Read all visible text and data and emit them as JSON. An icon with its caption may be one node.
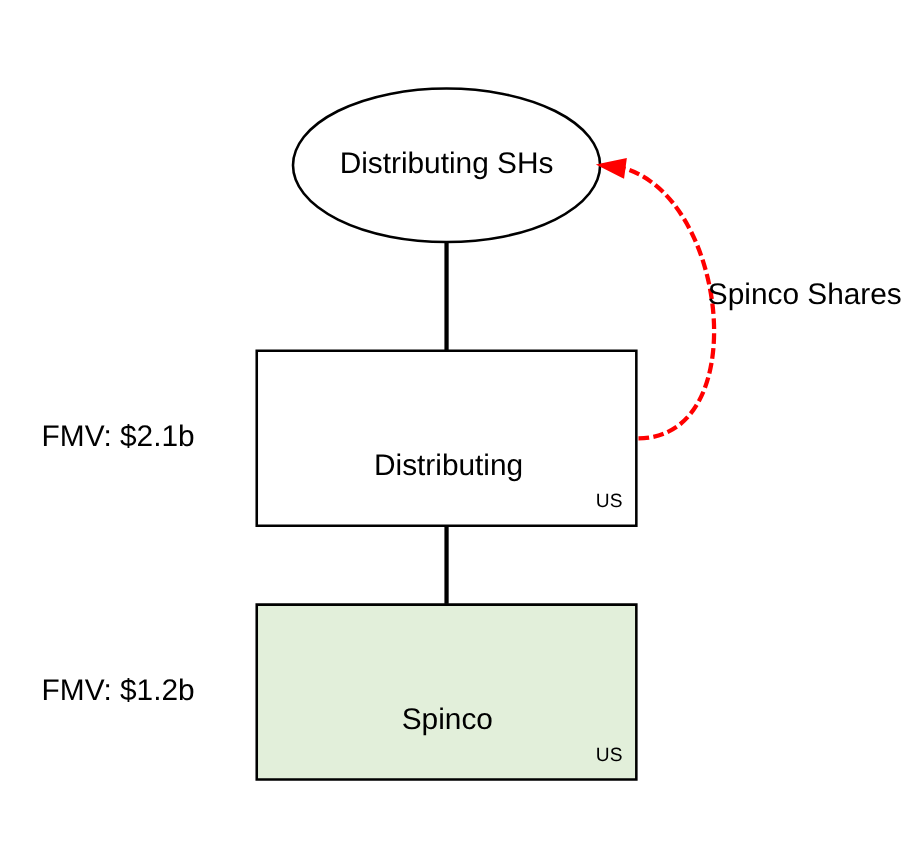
{
  "diagram": {
    "nodes": [
      {
        "text": [
          "Distributing SHs"
        ]
      },
      {
        "text": [
          "Distributing",
          "US"
        ],
        "beside": [
          "FMV: $2.1b"
        ]
      },
      {
        "text": [
          "Spinco",
          "US"
        ],
        "beside": [
          "FMV: $1.2b"
        ]
      }
    ],
    "edges": [
      {
        "from": 0,
        "to": 1,
        "arrow": "none"
      },
      {
        "from": 1,
        "to": 2,
        "arrow": "none"
      },
      {
        "from": 1,
        "to": 0,
        "arrow": "to",
        "label": "Spinco Shares",
        "style": "dashed",
        "color": "#ff0000"
      }
    ]
  }
}
